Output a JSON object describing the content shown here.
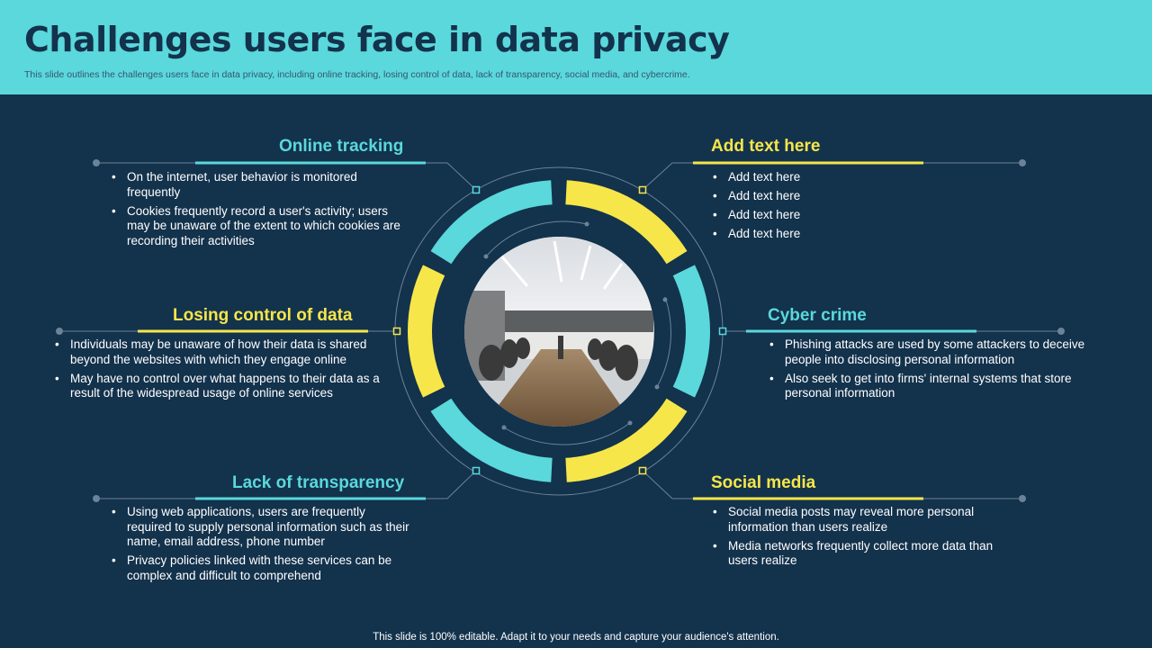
{
  "header": {
    "title": "Challenges users face in data privacy",
    "subtitle": "This slide outlines the challenges users face in data privacy,  including online tracking, losing control of data, lack of transparency, social media, and cybercrime."
  },
  "colors": {
    "background": "#13324c",
    "header": "#5ad8dc",
    "cyan": "#5ad8dc",
    "yellow": "#f6e64a",
    "line": "#6b8399"
  },
  "sections": {
    "online_tracking": {
      "title": "Online tracking",
      "points": [
        "On the internet, user behavior is monitored frequently",
        "Cookies frequently record a user's activity; users may be unaware of the extent to which cookies are recording their activities"
      ]
    },
    "losing_control": {
      "title": "Losing control of data",
      "points": [
        "Individuals may be unaware of how their data is shared beyond the websites with which they engage online",
        "May have no control over what happens to their data as a result of the widespread usage of online services"
      ]
    },
    "lack_transparency": {
      "title": "Lack of transparency",
      "points": [
        "Using web applications, users are frequently required to supply personal information such as their name, email address, phone number",
        "Privacy policies linked with these services can be complex and difficult to comprehend"
      ]
    },
    "add_text": {
      "title": "Add text here",
      "points": [
        "Add text here",
        "Add text here",
        "Add text here",
        "Add text here"
      ]
    },
    "cyber_crime": {
      "title": "Cyber crime",
      "points": [
        "Phishing attacks are used by some attackers to deceive people into disclosing personal information",
        "Also seek to get into firms' internal systems that store personal information"
      ]
    },
    "social_media": {
      "title": "Social media",
      "points": [
        "Social media posts may reveal more personal information than users realize",
        "Media networks frequently collect more data than users realize"
      ]
    }
  },
  "center_image": "meeting-room-photo",
  "footer": "This slide is 100% editable. Adapt it to your needs and capture your audience's attention."
}
